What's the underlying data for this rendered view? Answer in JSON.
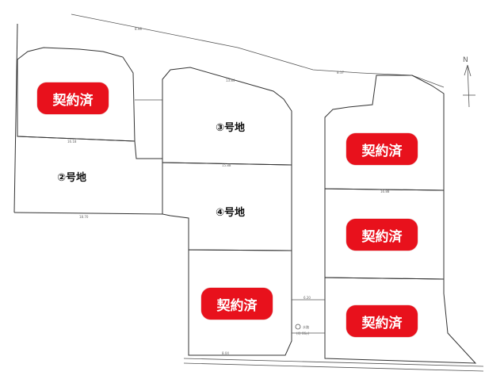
{
  "lots": {
    "lot2": "②号地",
    "lot3": "③号地",
    "lot4": "④号地"
  },
  "badges": {
    "text": "契約済",
    "color": "#e8111c",
    "count": 5
  },
  "waterway": {
    "label": "水路",
    "area": "(4) 06㎡"
  },
  "north": "N",
  "dims": [
    "8.98",
    "16.18",
    "15.88",
    "16.88",
    "18.70",
    "8.17",
    "13.84",
    "6.20",
    "8.04"
  ]
}
